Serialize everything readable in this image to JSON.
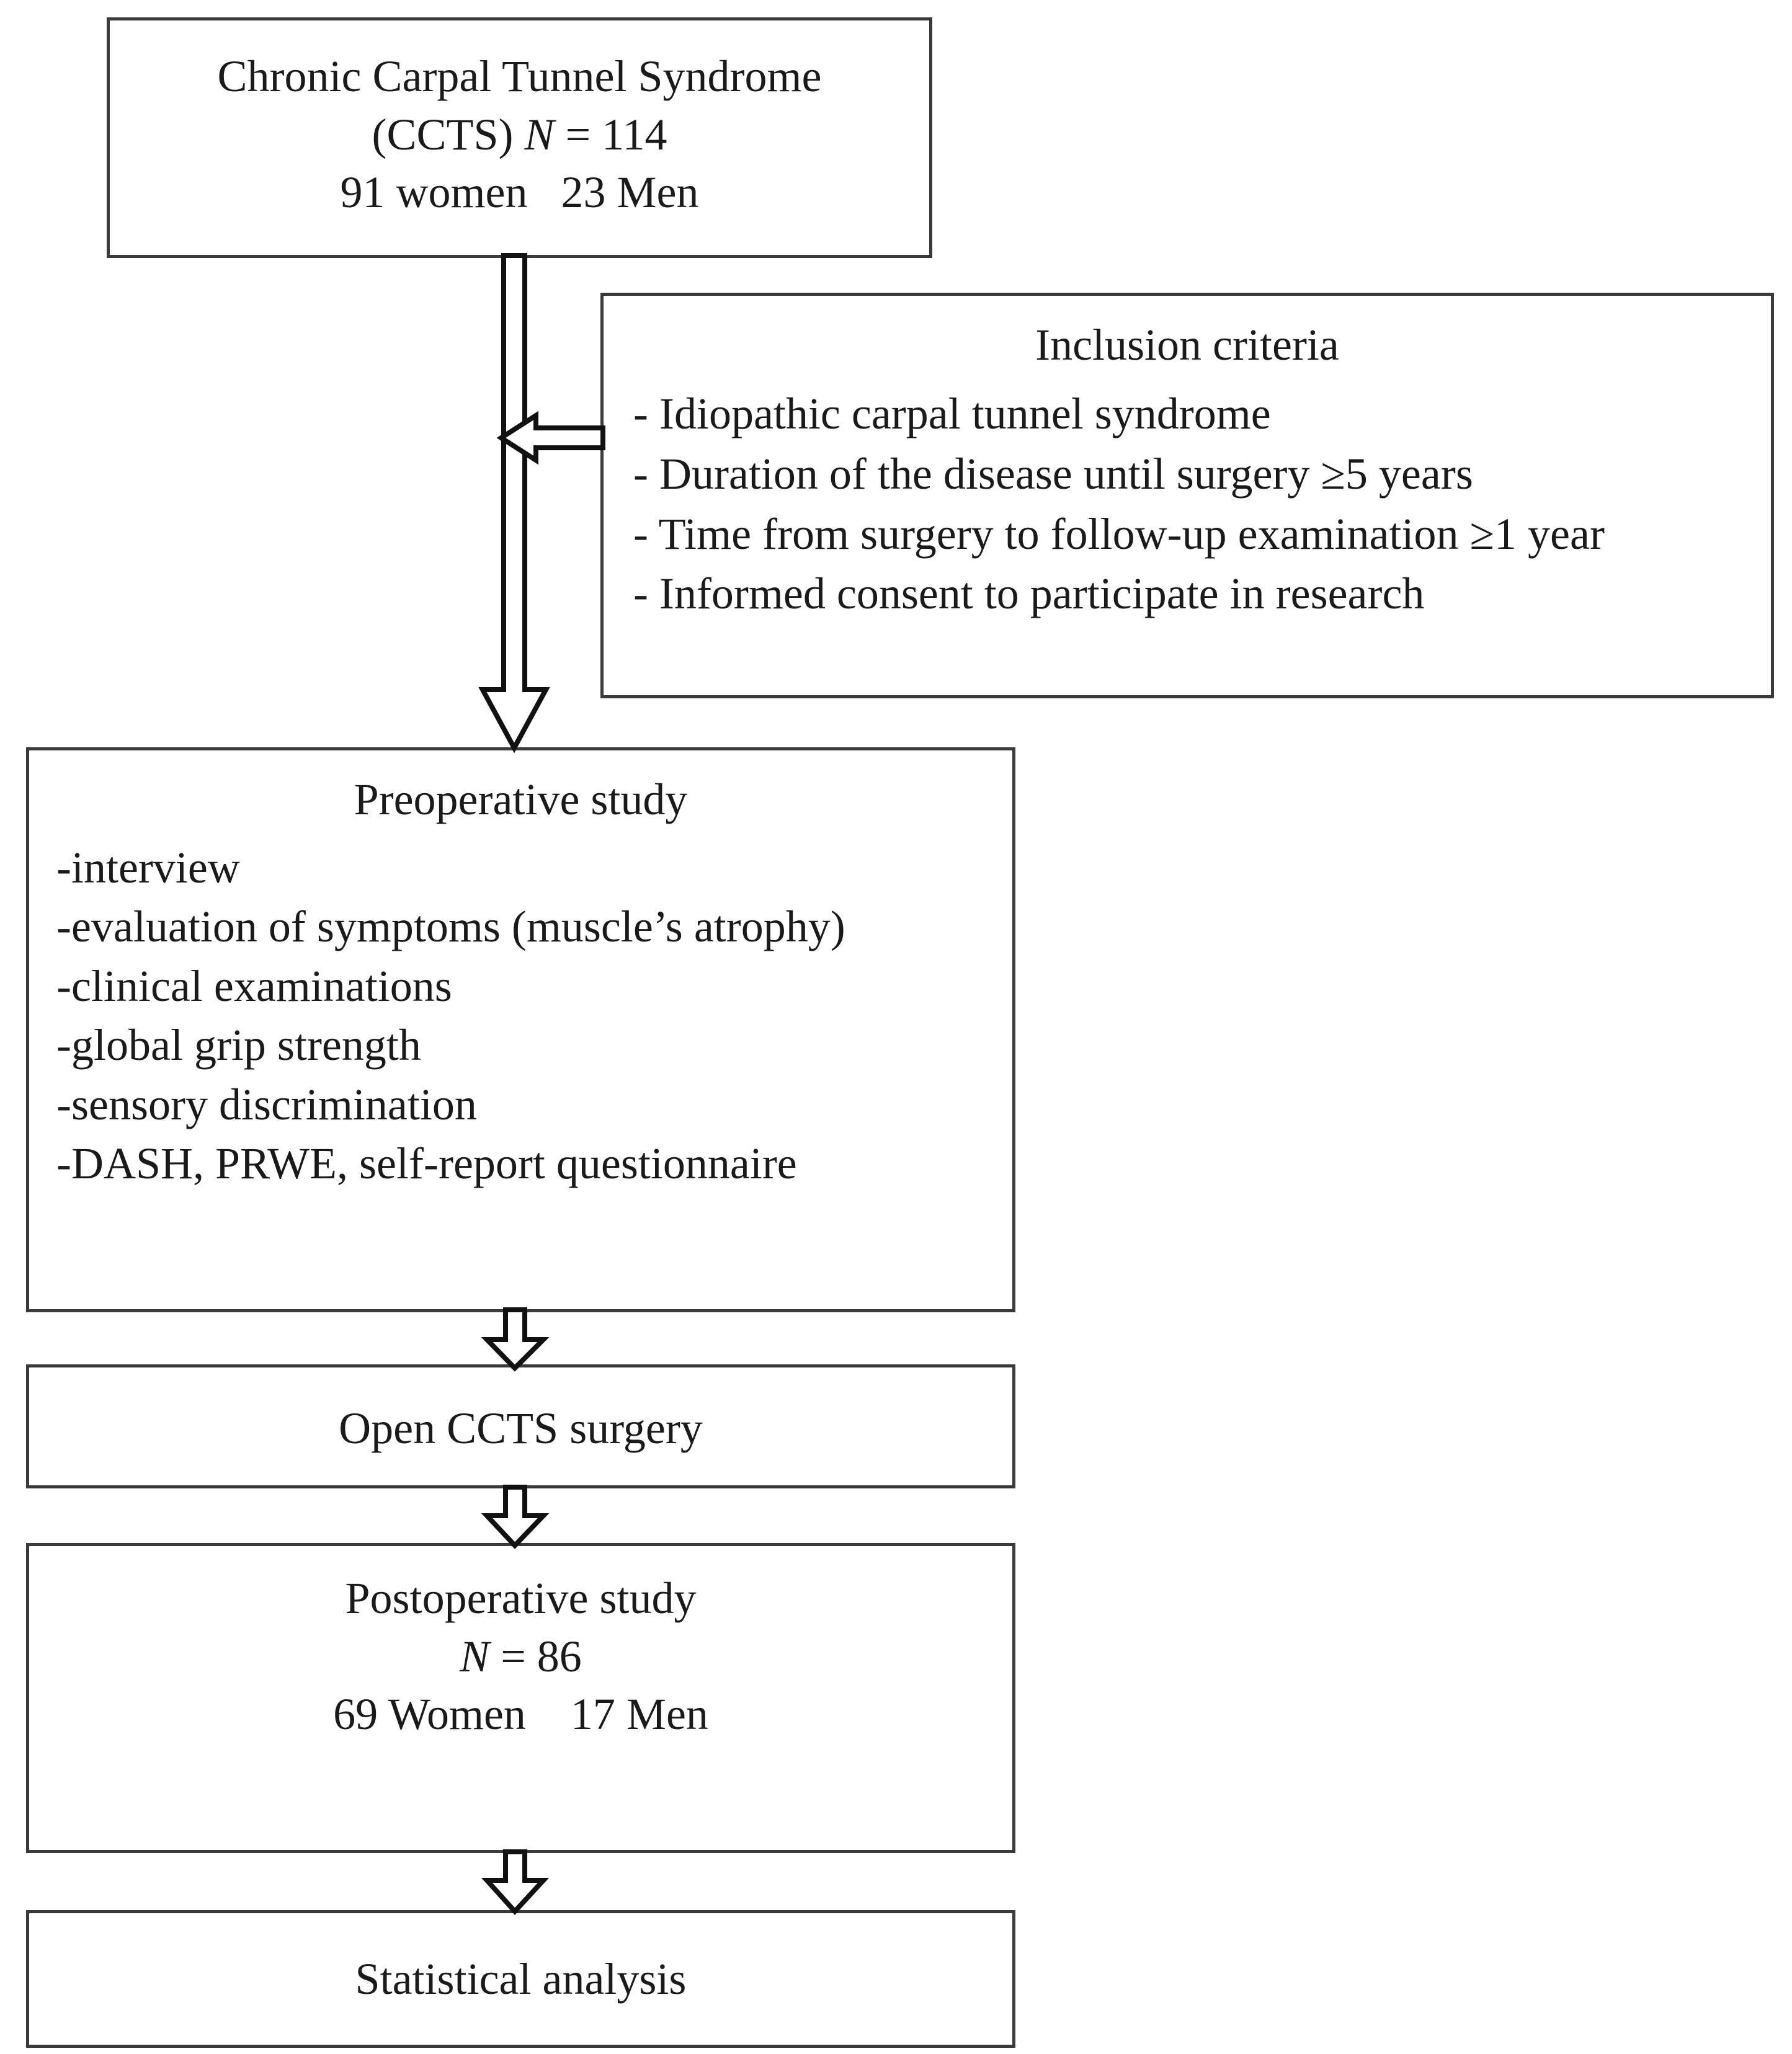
{
  "diagram": {
    "title": "CCTS study flowchart",
    "type": "flowchart",
    "nodes": {
      "ccts": {
        "name": "chronic-carpal-tunnel-syndrome",
        "lines": [
          "Chronic Carpal Tunnel Syndrome",
          "(CCTS) N = 114",
          "91 women   23 Men"
        ],
        "line1": "Chronic Carpal Tunnel Syndrome",
        "line2_pre": "(CCTS) ",
        "line2_italic": "N",
        "line2_post": " = 114",
        "line3": "91 women   23 Men"
      },
      "inclusion": {
        "name": "inclusion-criteria",
        "title": "Inclusion criteria",
        "items": [
          "- Idiopathic carpal tunnel syndrome",
          "- Duration of the disease until surgery ≥5 years",
          "- Time from surgery to follow-up examination ≥1 year",
          "- Informed consent to participate in research"
        ]
      },
      "preop": {
        "name": "preoperative-study",
        "title": "Preoperative study",
        "items": [
          "-interview",
          "-evaluation of symptoms (muscle’s atrophy)",
          "-clinical examinations",
          "-global grip strength",
          "-sensory discrimination",
          "-DASH, PRWE, self-report questionnaire"
        ]
      },
      "surgery": {
        "name": "open-ccts-surgery",
        "label": "Open CCTS surgery"
      },
      "postop": {
        "name": "postoperative-study",
        "line1": "Postoperative study",
        "line2_italic": "N",
        "line2_post": " = 86",
        "line3": "69 Women    17 Men"
      },
      "stats": {
        "name": "statistical-analysis",
        "label": "Statistical analysis"
      }
    },
    "connectors": [
      {
        "name": "ccts-to-preop-arrow",
        "from": "ccts",
        "to": "preop",
        "direction": "down",
        "style": "hollow-block"
      },
      {
        "name": "inclusion-to-flow-arrow",
        "from": "inclusion",
        "to": "ccts-to-preop-arrow",
        "direction": "left",
        "style": "hollow-block"
      },
      {
        "name": "preop-to-surgery-arrow",
        "from": "preop",
        "to": "surgery",
        "direction": "down",
        "style": "hollow-block"
      },
      {
        "name": "surgery-to-postop-arrow",
        "from": "surgery",
        "to": "postop",
        "direction": "down",
        "style": "hollow-block"
      },
      {
        "name": "postop-to-stats-arrow",
        "from": "postop",
        "to": "stats",
        "direction": "down",
        "style": "hollow-block"
      }
    ],
    "colors": {
      "box_border": "#3a3a3a",
      "arrow_stroke": "#111111",
      "arrow_fill": "#ffffff",
      "text": "#1a1a1a",
      "background": "#ffffff"
    }
  }
}
